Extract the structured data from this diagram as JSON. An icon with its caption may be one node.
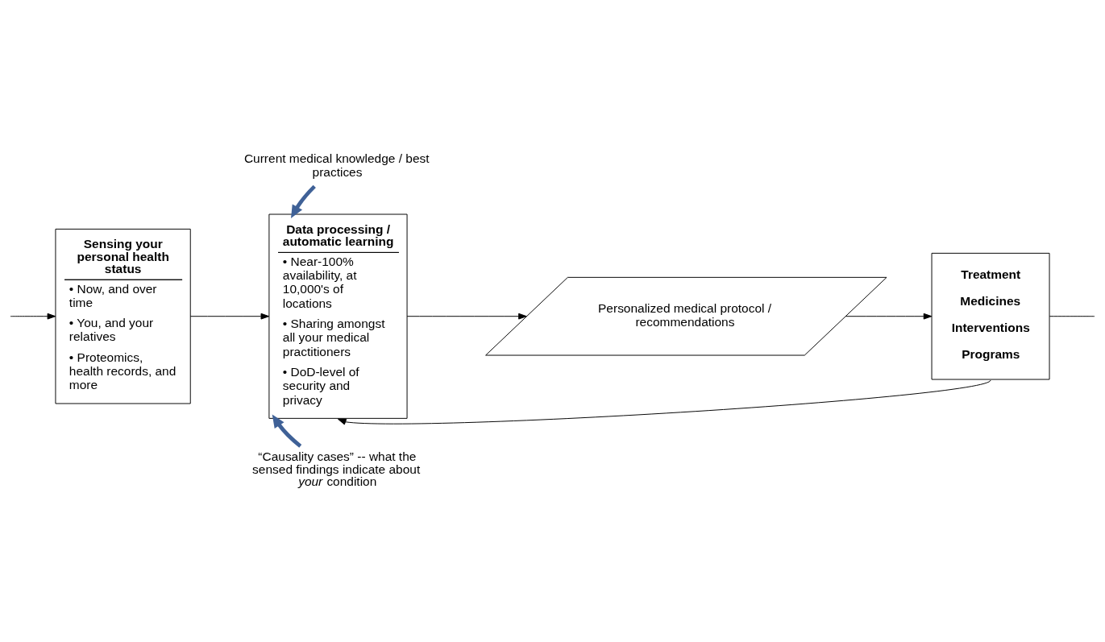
{
  "diagram": {
    "nodes": [
      {
        "text": [
          "Sensing your personal health status",
          "• Now, and over time",
          "• You, and your relatives",
          "• Proteomics, health records, and more"
        ]
      },
      {
        "text": [
          "Data processing / automatic learning",
          "• Near-100% availability, at 10,000's of locations",
          "• Sharing amongst all your medical practitioners",
          "• DoD-level of security and privacy"
        ]
      },
      {
        "text": [
          "Personalized medical protocol / recommendations"
        ]
      },
      {
        "text": [
          "Treatment",
          "Medicines",
          "Interventions",
          "Programs"
        ]
      },
      {
        "text": [
          "Current medical knowledge / best practices"
        ]
      },
      {
        "text": [
          "“Causality cases” -- what the sensed findings indicate about *your* condition"
        ]
      }
    ],
    "edges": [
      {
        "from": null,
        "to": 0,
        "arrow": "to"
      },
      {
        "from": 0,
        "to": 1,
        "arrow": "to"
      },
      {
        "from": 1,
        "to": 2,
        "arrow": "to"
      },
      {
        "from": 2,
        "to": 3,
        "arrow": "to"
      },
      {
        "from": 3,
        "to": 1,
        "arrow": "to"
      },
      {
        "from": 3,
        "to": null,
        "arrow": "none"
      },
      {
        "from": 4,
        "to": 1,
        "arrow": "to",
        "style": "thick",
        "color": "#3f6197"
      },
      {
        "from": 5,
        "to": 1,
        "arrow": "to",
        "style": "thick",
        "color": "#3f6197"
      }
    ]
  }
}
